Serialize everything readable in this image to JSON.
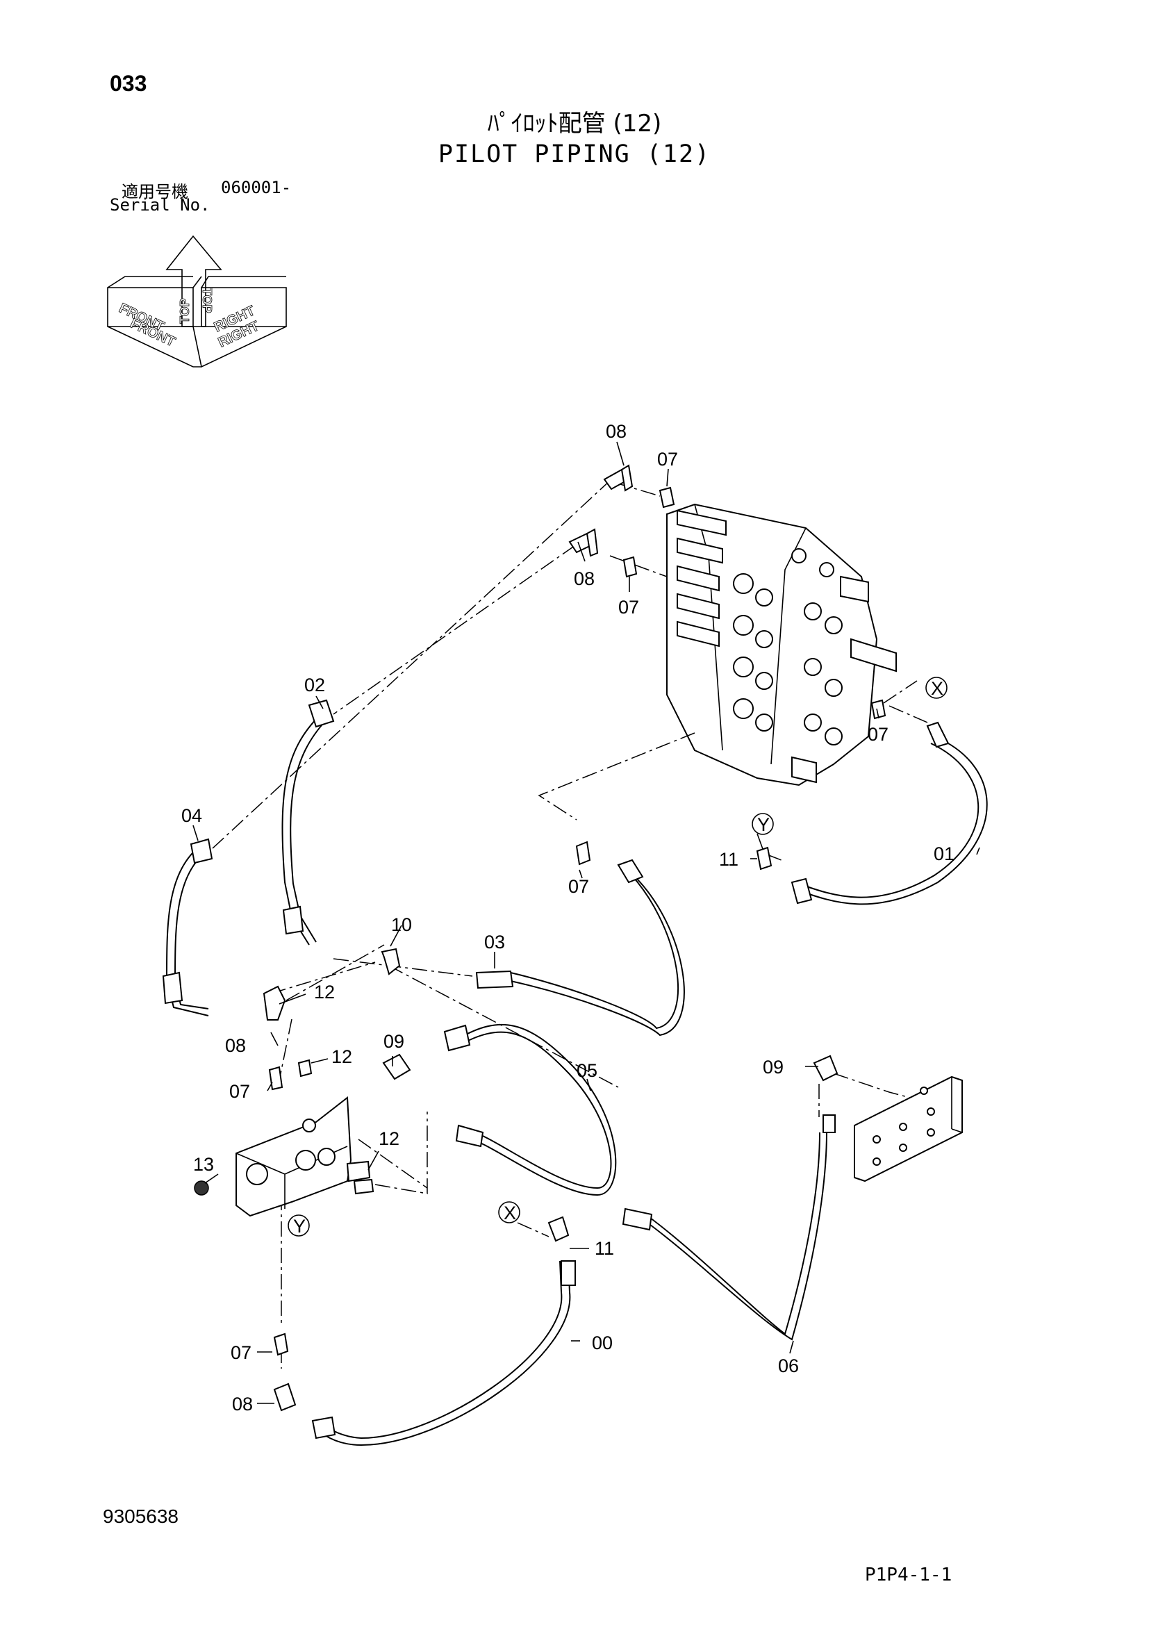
{
  "header": {
    "page_number": "033",
    "title_jp": "ﾊﾟｲﾛｯﾄ配管 (12)",
    "title_en": "PILOT PIPING (12)",
    "serial_label_jp": "適用号機",
    "serial_range": "060001-",
    "serial_label_en": "Serial No."
  },
  "orientation_icon": {
    "labels": [
      "TOP",
      "TOP",
      "FRONT",
      "FRONT",
      "RIGHT",
      "RIGHT"
    ]
  },
  "part_callouts": [
    "00",
    "01",
    "02",
    "03",
    "04",
    "05",
    "06",
    "07",
    "07",
    "07",
    "07",
    "07",
    "07",
    "08",
    "08",
    "08",
    "08",
    "09",
    "09",
    "10",
    "11",
    "11",
    "12",
    "12",
    "12",
    "13"
  ],
  "connection_markers": [
    "X",
    "X",
    "Y",
    "Y"
  ],
  "footer": {
    "document_number": "9305638",
    "page_code": "P1P4-1-1"
  }
}
